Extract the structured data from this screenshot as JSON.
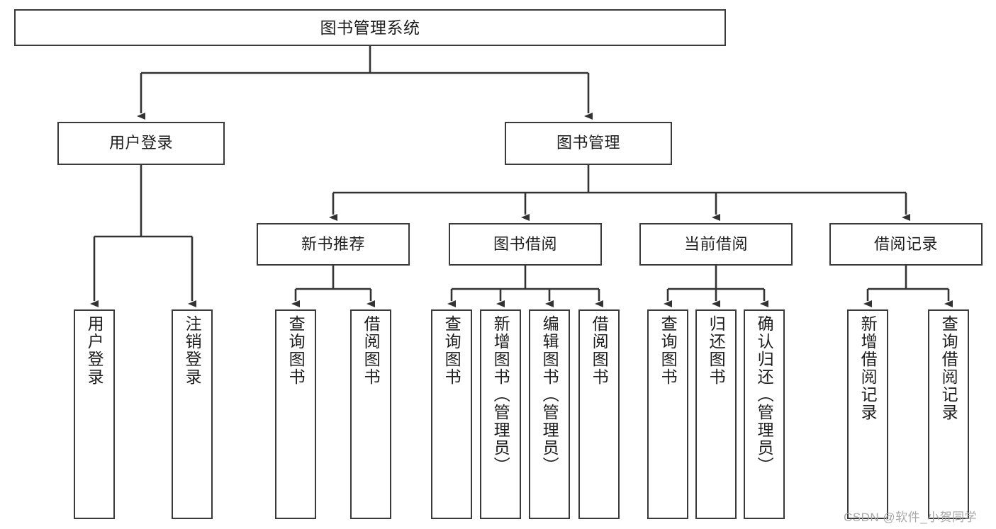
{
  "diagram": {
    "type": "tree",
    "title": "图书管理系统",
    "levels": 4,
    "root": {
      "label": "图书管理系统"
    },
    "level2": [
      {
        "label": "用户登录"
      },
      {
        "label": "图书管理"
      }
    ],
    "level3": [
      {
        "label": "新书推荐"
      },
      {
        "label": "图书借阅"
      },
      {
        "label": "当前借阅"
      },
      {
        "label": "借阅记录"
      }
    ],
    "leaves": {
      "user_login": [
        {
          "label": "用户登录"
        },
        {
          "label": "注销登录"
        }
      ],
      "new_book_recommend": [
        {
          "label": "查询图书"
        },
        {
          "label": "借阅图书"
        }
      ],
      "book_borrow": [
        {
          "label": "查询图书"
        },
        {
          "label": "新增图书（管理员）"
        },
        {
          "label": "编辑图书（管理员）"
        },
        {
          "label": "借阅图书"
        }
      ],
      "current_borrow": [
        {
          "label": "查询图书"
        },
        {
          "label": "归还图书"
        },
        {
          "label": "确认归还（管理员）"
        }
      ],
      "borrow_records": [
        {
          "label": "新增借阅记录"
        },
        {
          "label": "查询借阅记录"
        }
      ]
    }
  },
  "watermark": {
    "text": "CSDN @软件_小贺同学"
  },
  "colors": {
    "node_border": "#3a3a3a",
    "node_fill": "#ffffff",
    "edge": "#333333",
    "text": "#1d1d1d",
    "watermark": "#a9a9a9"
  }
}
